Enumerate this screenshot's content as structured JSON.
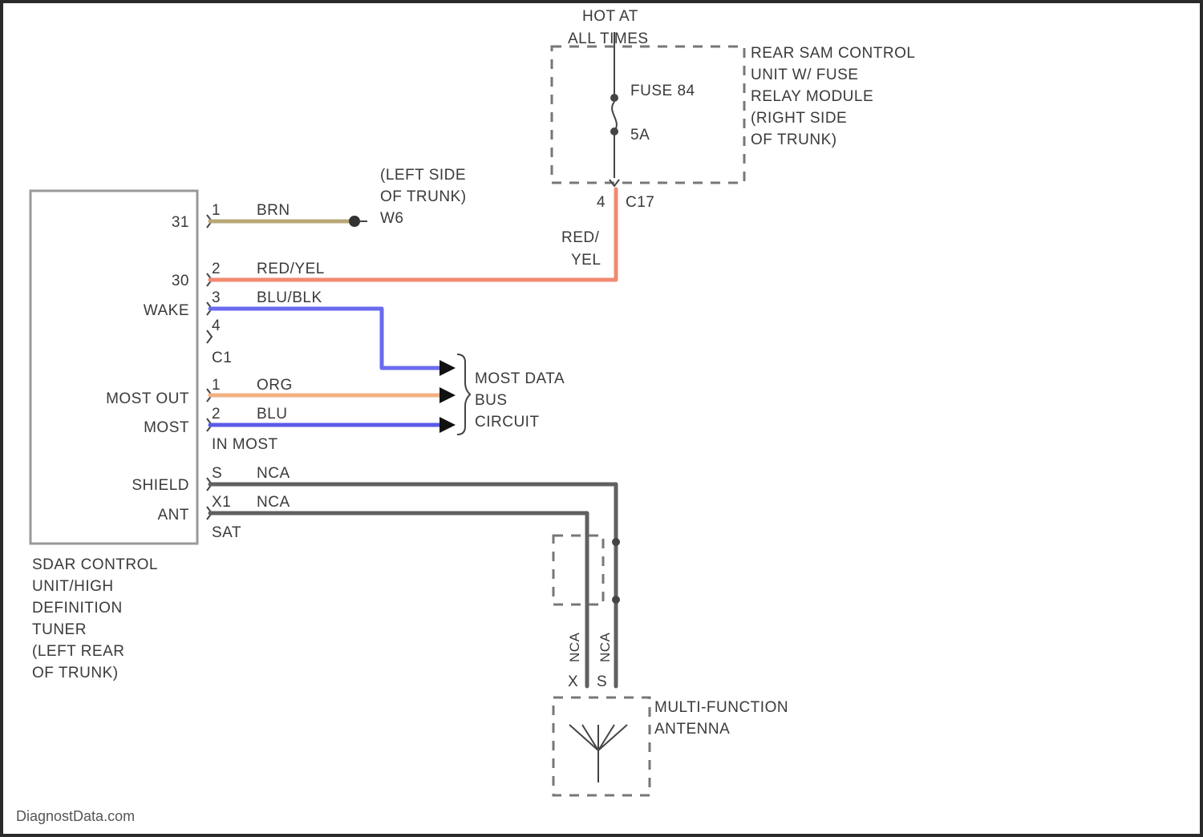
{
  "title": "",
  "power_label": [
    "HOT AT",
    "ALL TIMES"
  ],
  "rear_sam": {
    "label": [
      "REAR SAM CONTROL",
      "UNIT W/ FUSE",
      "RELAY MODULE",
      "(RIGHT SIDE",
      "OF TRUNK)"
    ],
    "fuse_name": "FUSE 84",
    "fuse_rating": "5A",
    "connector_pin": "4",
    "connector_name": "C17"
  },
  "ground": {
    "label": [
      "(LEFT SIDE",
      "OF TRUNK)",
      "W6"
    ]
  },
  "sdar": {
    "label": [
      "SDAR CONTROL",
      "UNIT/HIGH",
      "DEFINITION",
      "TUNER",
      "(LEFT REAR",
      "OF TRUNK)"
    ],
    "pins": [
      {
        "name": "31",
        "pin": "1",
        "wire": "BRN"
      },
      {
        "name": "30",
        "pin": "2",
        "wire": "RED/YEL"
      },
      {
        "name": "WAKE",
        "pin": "3",
        "wire": "BLU/BLK"
      },
      {
        "name": "",
        "pin": "4",
        "wire": ""
      },
      {
        "name": "MOST OUT",
        "pin": "1",
        "wire": "ORG"
      },
      {
        "name": "MOST",
        "pin": "2",
        "wire": "BLU"
      },
      {
        "name": "SHIELD",
        "pin": "S",
        "wire": "NCA"
      },
      {
        "name": "ANT",
        "pin": "X1",
        "wire": "NCA"
      }
    ],
    "connector_c1": "C1",
    "connector_most": "IN MOST",
    "connector_sat": "SAT"
  },
  "red_yel_vertical": [
    "RED/",
    "YEL"
  ],
  "most_bus": {
    "label": [
      "MOST DATA",
      "BUS",
      "CIRCUIT"
    ]
  },
  "antenna": {
    "label": [
      "MULTI-FUNCTION",
      "ANTENNA"
    ],
    "wire_left": "NCA",
    "wire_right": "NCA",
    "pin_left": "X",
    "pin_right": "S"
  },
  "watermark": "DiagnostData.com",
  "colors": {
    "brn": "#b8a878",
    "red_yel": "#f08a72",
    "blu_blk": "#6a6aee",
    "org": "#f0b080",
    "blu": "#5a5ae8",
    "nca": "#606060"
  }
}
